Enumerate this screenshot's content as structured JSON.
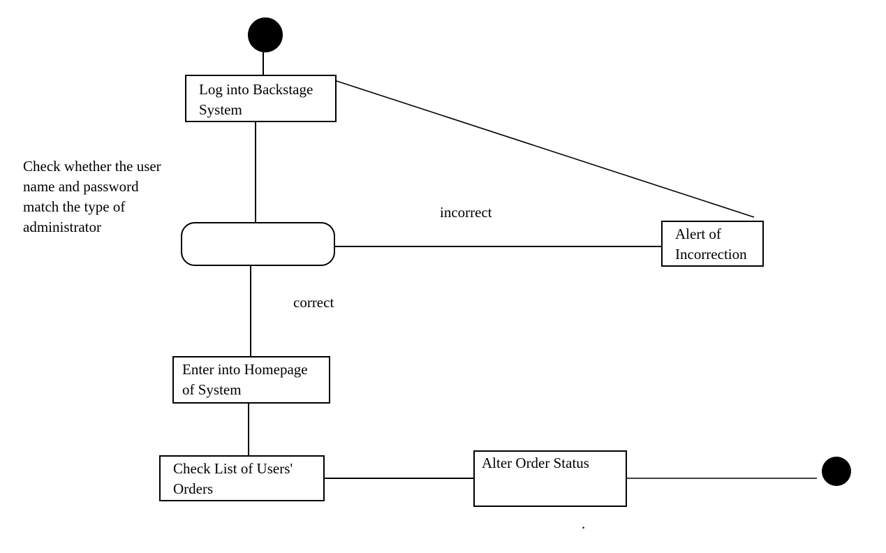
{
  "diagram": {
    "nodes": {
      "login": "Log into Backstage System",
      "alert": "Alert of Incorrection",
      "homepage": "Enter into Homepage of System",
      "check_orders": "Check List of Users' Orders",
      "alter_status": "Alter Order Status"
    },
    "login_lines": [
      "Log into Backstage",
      "System"
    ],
    "alert_lines": [
      "Alert of",
      "Incorrection"
    ],
    "homepage_lines": [
      "Enter into Homepage",
      "of System"
    ],
    "check_orders_lines": [
      "Check List of Users'",
      "Orders"
    ],
    "alter_status_lines": [
      "Alter Order Status"
    ],
    "decision_note_lines": [
      "Check whether the user",
      "name and password",
      "match the type of",
      "administrator"
    ],
    "edge_labels": {
      "incorrect": "incorrect",
      "correct": "correct"
    },
    "stray_mark": "."
  }
}
